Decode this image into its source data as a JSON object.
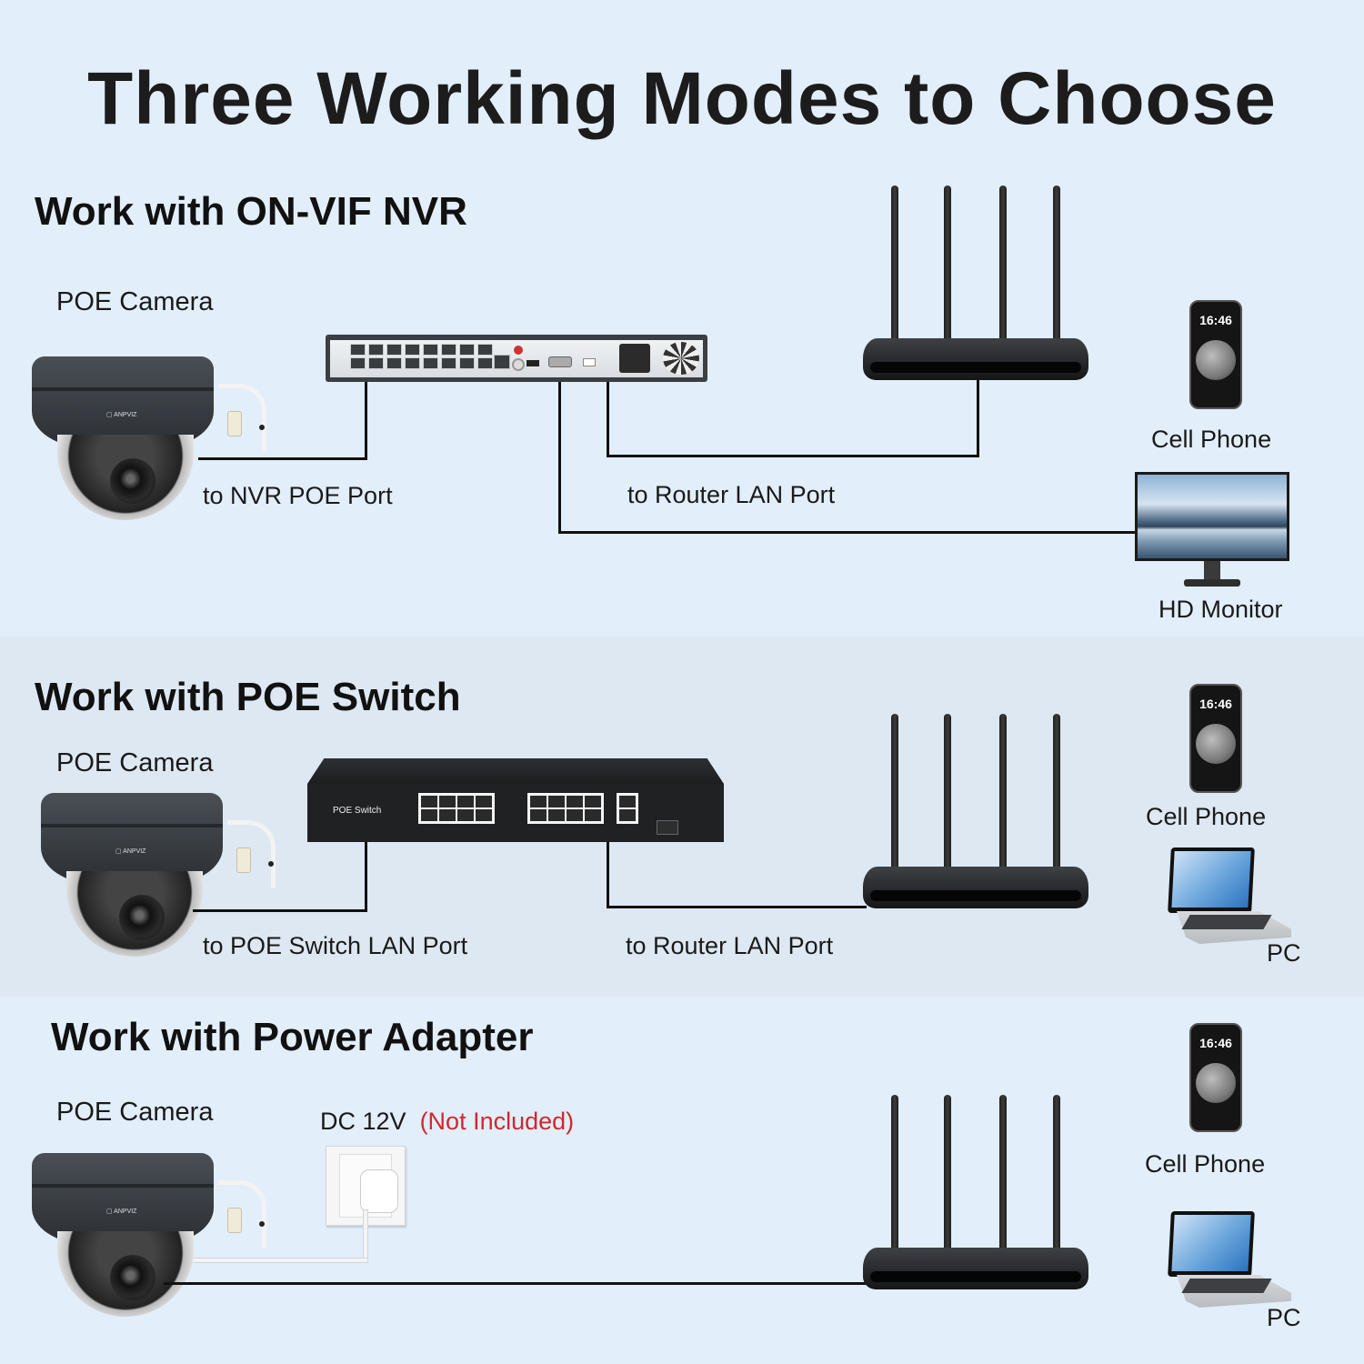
{
  "title": "Three Working Modes to Choose",
  "sections": [
    {
      "heading": "Work with ON-VIF NVR",
      "camera_label": "POE Camera",
      "hub_device": "NVR",
      "camera_link_label": "to NVR POE Port",
      "router_link_label": "to Router LAN Port",
      "clients": [
        {
          "label": "Cell Phone",
          "icon": "phone-icon",
          "phone_time": "16:46"
        },
        {
          "label": "HD Monitor",
          "icon": "monitor-icon"
        }
      ]
    },
    {
      "heading": "Work with POE Switch",
      "camera_label": "POE Camera",
      "hub_device": "POE Switch",
      "hub_device_label": "POE Switch",
      "camera_link_label": "to POE Switch LAN Port",
      "router_link_label": "to Router LAN Port",
      "clients": [
        {
          "label": "Cell Phone",
          "icon": "phone-icon",
          "phone_time": "16:46"
        },
        {
          "label": "PC",
          "icon": "laptop-icon"
        }
      ]
    },
    {
      "heading": "Work with Power Adapter",
      "camera_label": "POE Camera",
      "power_label": "DC 12V",
      "power_note": "(Not Included)",
      "clients": [
        {
          "label": "Cell Phone",
          "icon": "phone-icon",
          "phone_time": "16:46"
        },
        {
          "label": "PC",
          "icon": "laptop-icon"
        }
      ]
    }
  ],
  "colors": {
    "background": "#e2eefa",
    "band_alt": "#dde8f3",
    "text": "#1a1a1a",
    "note_red": "#d0282e",
    "wire": "#111111"
  }
}
